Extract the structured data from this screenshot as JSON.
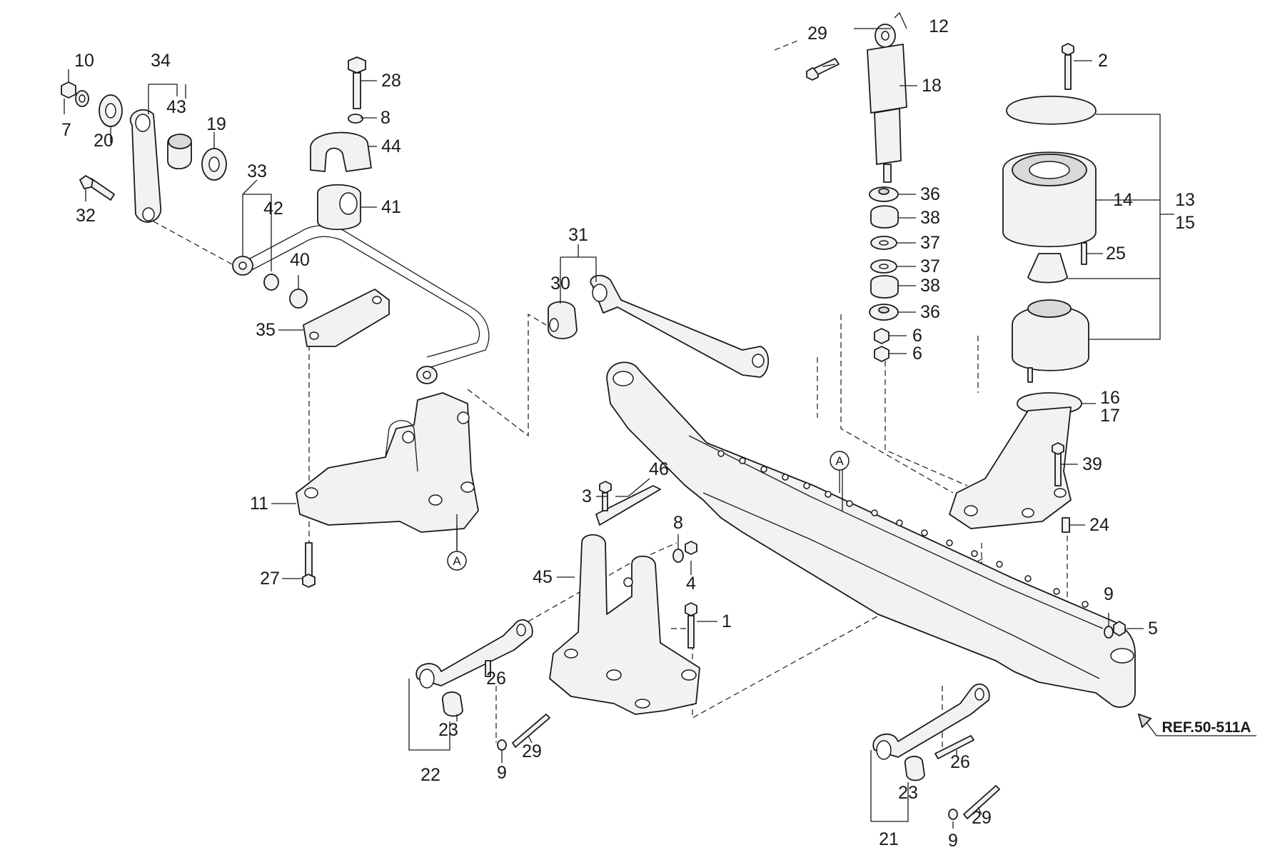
{
  "diagram": {
    "ref_label": "REF.50-511A",
    "datum_mark": "A",
    "callouts": {
      "c1": "1",
      "c2": "2",
      "c3": "3",
      "c4": "4",
      "c5": "5",
      "c6a": "6",
      "c6b": "6",
      "c7": "7",
      "c8a": "8",
      "c8b": "8",
      "c9a": "9",
      "c9b": "9",
      "c9c": "9",
      "c10": "10",
      "c11": "11",
      "c12": "12",
      "c13": "13",
      "c14": "14",
      "c15": "15",
      "c16": "16",
      "c17": "17",
      "c18": "18",
      "c19": "19",
      "c20": "20",
      "c21": "21",
      "c22": "22",
      "c23a": "23",
      "c23b": "23",
      "c24": "24",
      "c25": "25",
      "c26a": "26",
      "c26b": "26",
      "c27": "27",
      "c28": "28",
      "c29a": "29",
      "c29b": "29",
      "c29c": "29",
      "c30": "30",
      "c31": "31",
      "c32": "32",
      "c33": "33",
      "c34": "34",
      "c35": "35",
      "c36a": "36",
      "c36b": "36",
      "c37a": "37",
      "c37b": "37",
      "c38a": "38",
      "c38b": "38",
      "c39": "39",
      "c40": "40",
      "c41": "41",
      "c42": "42",
      "c43": "43",
      "c44": "44",
      "c45": "45",
      "c46": "46"
    }
  }
}
